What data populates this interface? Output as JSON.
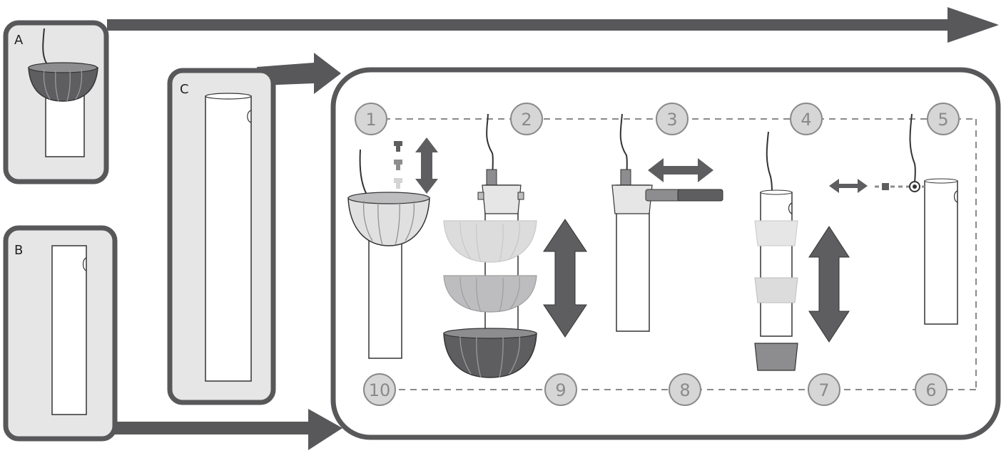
{
  "panels": {
    "a": {
      "label": "A"
    },
    "b": {
      "label": "B"
    },
    "c": {
      "label": "C"
    }
  },
  "steps": [
    "1",
    "2",
    "3",
    "4",
    "5",
    "6",
    "7",
    "8",
    "9",
    "10"
  ],
  "colors": {
    "frame": "#58585a",
    "panel_fill": "#e6e6e7",
    "dark_part": "#5e5e60",
    "mid_part": "#8d8d8f",
    "light_part": "#bdbdbf",
    "faint_part": "#dcdcdc",
    "step_circle": "#d6d6d6",
    "step_text": "#8a8a8a",
    "dashed_line": "#8a8a8a"
  }
}
